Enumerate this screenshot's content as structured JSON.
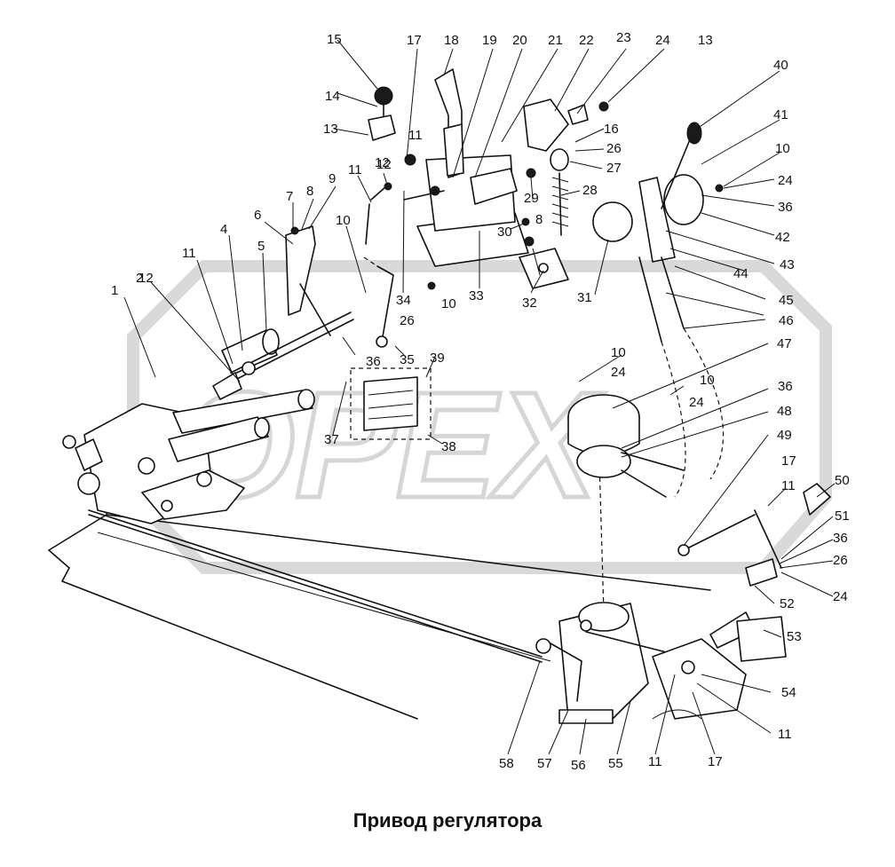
{
  "title": "Привод регулятора",
  "watermark": "OPEX",
  "callouts": [
    "1",
    "2",
    "4",
    "5",
    "6",
    "7",
    "8",
    "9",
    "10",
    "11",
    "12",
    "13",
    "14",
    "15",
    "16",
    "17",
    "18",
    "19",
    "20",
    "21",
    "22",
    "23",
    "24",
    "26",
    "27",
    "28",
    "29",
    "30",
    "31",
    "32",
    "33",
    "34",
    "35",
    "36",
    "37",
    "38",
    "39",
    "40",
    "41",
    "42",
    "43",
    "44",
    "45",
    "46",
    "47",
    "48",
    "49",
    "50",
    "51",
    "52",
    "53",
    "54",
    "55",
    "56",
    "57",
    "58"
  ],
  "colors": {
    "ink": "#111111",
    "paper": "#ffffff",
    "watermark": "#d9d9d9"
  }
}
